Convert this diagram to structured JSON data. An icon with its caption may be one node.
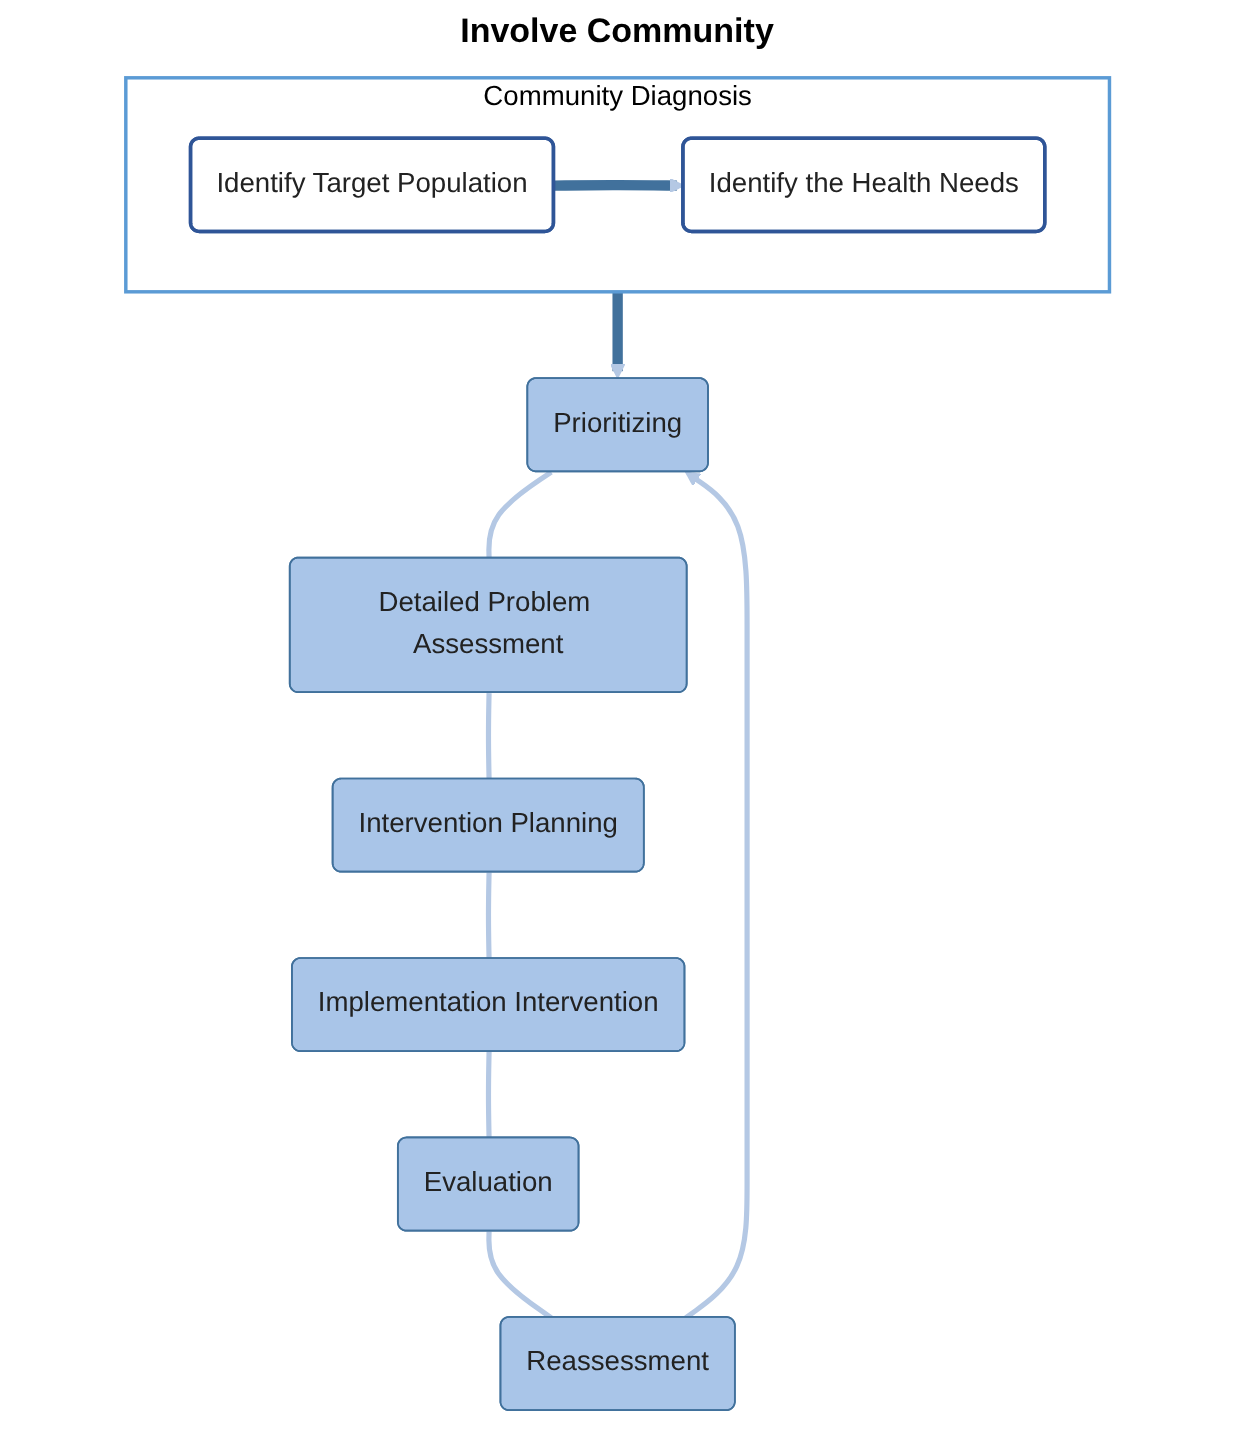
{
  "diagram": {
    "nodes": [
      {
        "text": [
          "Community Diagnosis"
        ]
      },
      {
        "text": [
          "Identify Target Population"
        ],
        "in": 0
      },
      {
        "text": [
          "Identify the Health Needs"
        ],
        "in": 0
      },
      {
        "text": [
          "Prioritizing"
        ]
      },
      {
        "text": [
          "Detailed Problem Assessment"
        ]
      },
      {
        "text": [
          "Intervention Planning"
        ]
      },
      {
        "text": [
          "Implementation Intervention"
        ]
      },
      {
        "text": [
          "Evaluation"
        ]
      },
      {
        "text": [
          "Reassessment"
        ]
      }
    ],
    "edges": [
      {
        "from": 1,
        "to": 2,
        "arrow": "to",
        "style": "thick",
        "color": "#41719c"
      },
      {
        "from": 0,
        "to": 3,
        "arrow": "to",
        "style": "thick",
        "color": "#41719c"
      },
      {
        "from": 3,
        "to": 4,
        "arrow": "none"
      },
      {
        "from": 4,
        "to": 5,
        "arrow": "none"
      },
      {
        "from": 5,
        "to": 6,
        "arrow": "none"
      },
      {
        "from": 6,
        "to": 7,
        "arrow": "none"
      },
      {
        "from": 7,
        "to": 8,
        "arrow": "none"
      },
      {
        "from": 8,
        "to": 3,
        "arrow": "to"
      }
    ],
    "labels": [
      "Involve Community"
    ]
  }
}
